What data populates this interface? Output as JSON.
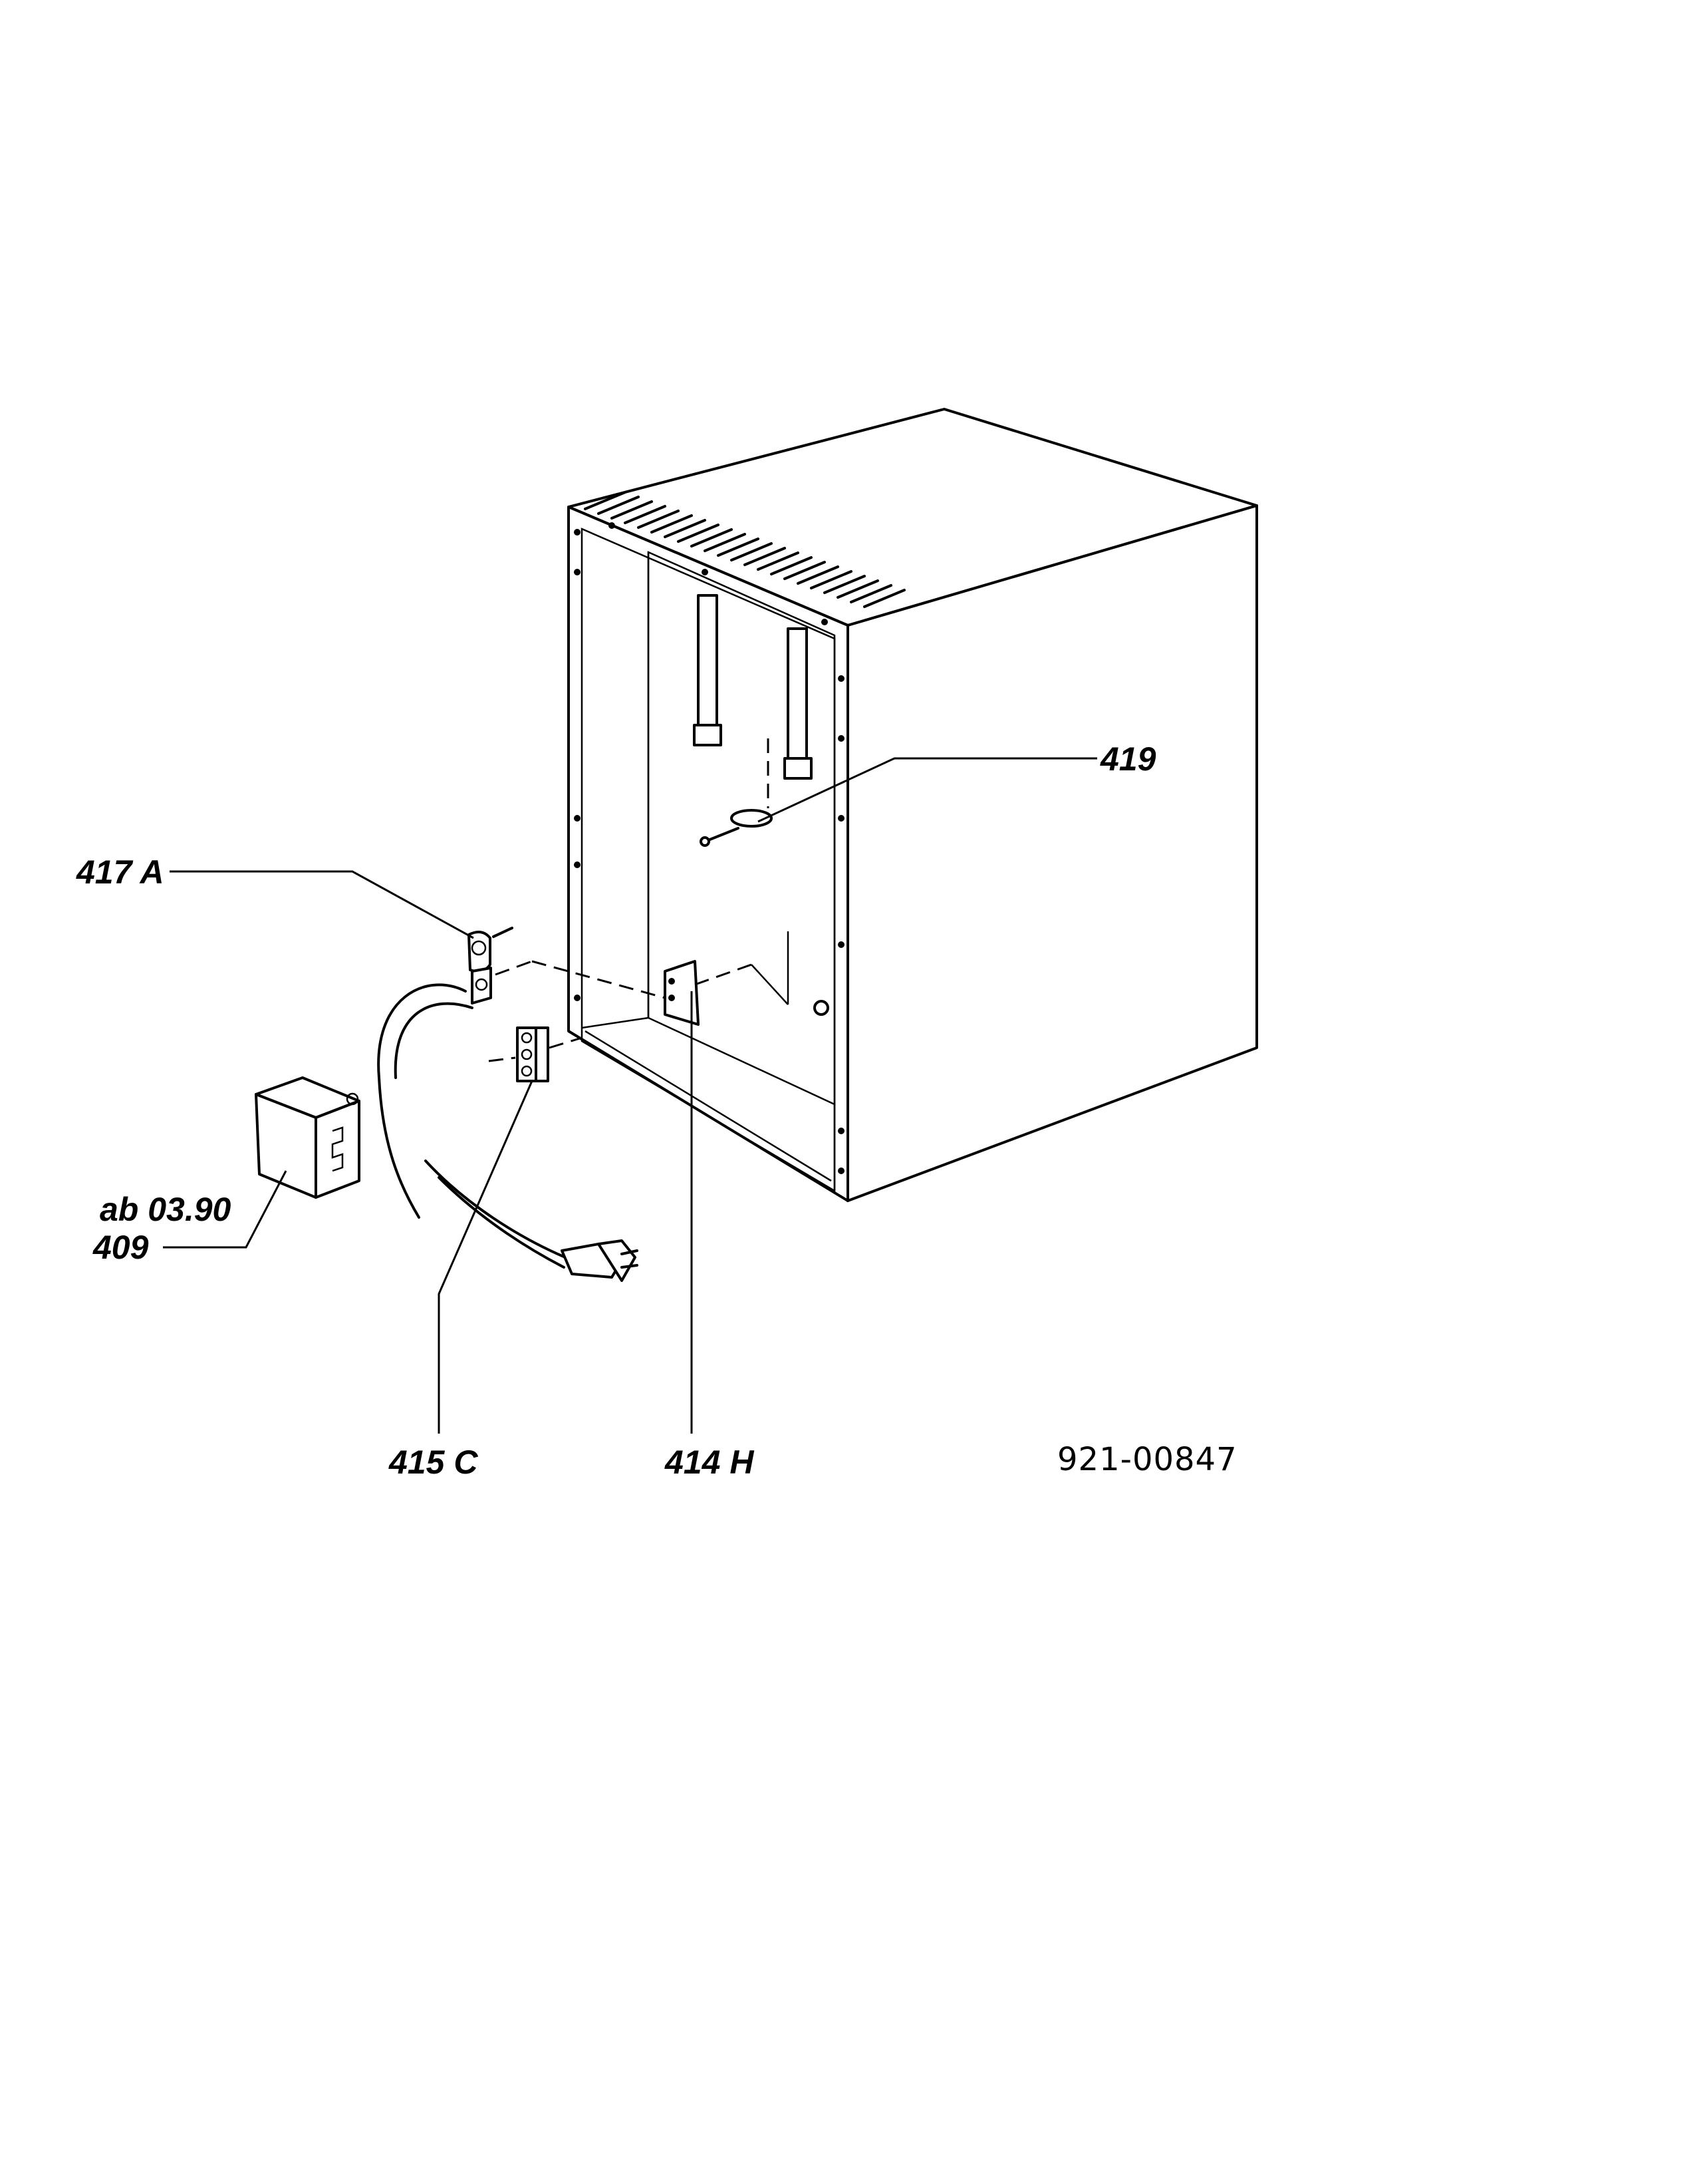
{
  "labels": {
    "p419": "419",
    "p417a": "417 A",
    "p409_note": "ab 03.90",
    "p409": "409",
    "p415c": "415 C",
    "p414h": "414 H"
  },
  "document_number": "921-00847",
  "icons": [
    "cabinet-body",
    "bracket-rail",
    "cable-clip",
    "connector-clip",
    "terminal-block",
    "mounting-plate",
    "transformer-box",
    "power-cord",
    "plug"
  ]
}
